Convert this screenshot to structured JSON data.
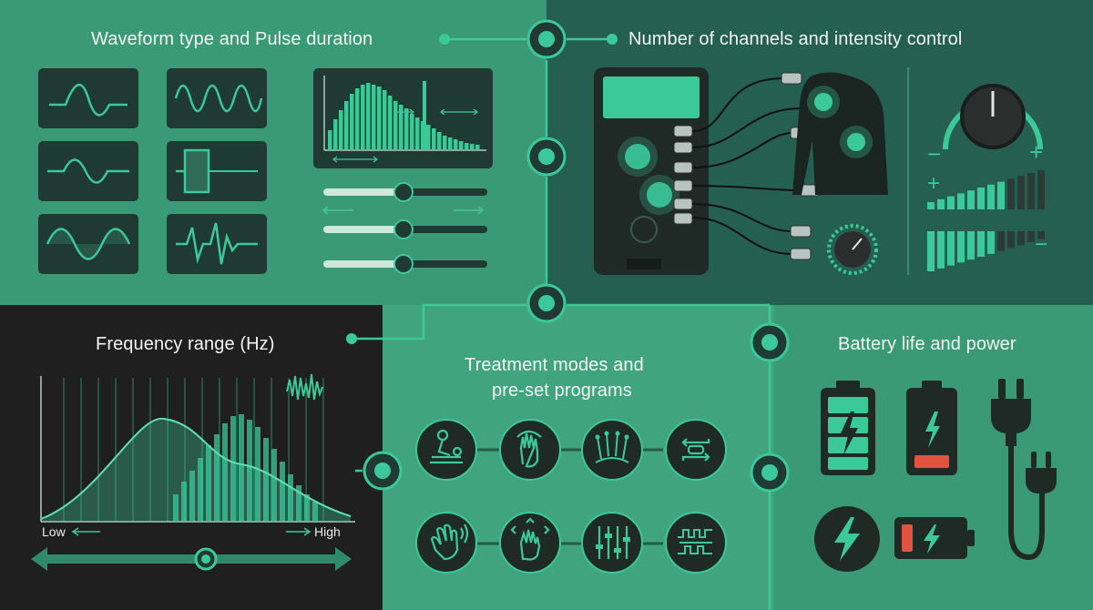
{
  "sections": {
    "waveform": {
      "title": "Waveform type and Pulse duration"
    },
    "channels": {
      "title": "Number of channels and intensity control"
    },
    "frequency": {
      "title": "Frequency range (Hz)",
      "low_label": "Low",
      "high_label": "High"
    },
    "modes": {
      "title_line1": "Treatment modes and",
      "title_line2": "pre-set programs"
    },
    "battery": {
      "title": "Battery life and power"
    }
  },
  "intensity_symbols": {
    "minus": "−",
    "plus": "+"
  },
  "icons": {
    "waveforms": [
      "sine-wave-icon",
      "biphasic-sine-icon",
      "single-cycle-wave-icon",
      "square-pulse-icon",
      "modulated-sine-icon",
      "spike-burst-icon"
    ],
    "modes": [
      "massage-icon",
      "hand-touch-icon",
      "acupuncture-icon",
      "cycle-program-icon",
      "hand-wave-icon",
      "hand-expand-icon",
      "sliders-icon",
      "pulse-signal-icon"
    ],
    "battery": [
      "battery-full-icon",
      "battery-low-icon",
      "power-plug-icon",
      "lightning-icon",
      "battery-charging-low-icon"
    ]
  },
  "colors": {
    "accent": "#3cc99a",
    "dark_panel": "#1f1f1f",
    "mid_green": "#2b6d57",
    "light_green": "#3a9a78",
    "battery_low": "#e0533f"
  }
}
